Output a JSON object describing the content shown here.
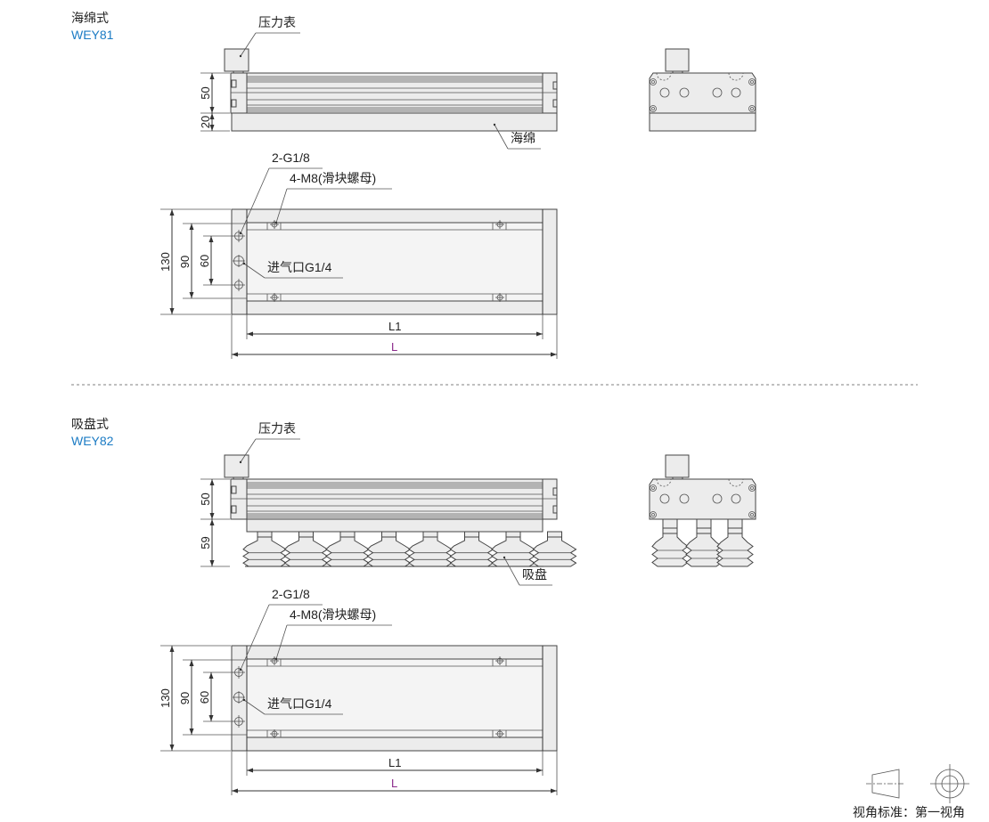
{
  "sections": [
    {
      "title": "海绵式",
      "code": "WEY81",
      "gauge_label": "压力表",
      "bottom_label": "海绵",
      "dims_side": [
        "50",
        "20"
      ],
      "port_label": "2-G1/8",
      "nut_label": "4-M8(滑块螺母)",
      "inlet_label": "进气口G1/4",
      "dims_plan": [
        "130",
        "90",
        "60"
      ],
      "l1_label": "L1",
      "l_label": "L"
    },
    {
      "title": "吸盘式",
      "code": "WEY82",
      "gauge_label": "压力表",
      "bottom_label": "吸盘",
      "dims_side": [
        "50",
        "59"
      ],
      "port_label": "2-G1/8",
      "nut_label": "4-M8(滑块螺母)",
      "inlet_label": "进气口G1/4",
      "dims_plan": [
        "130",
        "90",
        "60"
      ],
      "l1_label": "L1",
      "l_label": "L"
    }
  ],
  "projection": {
    "label": "视角标准：第一视角"
  },
  "colors": {
    "code": "#1b7bc4",
    "dimension_L": "#8b2a8b",
    "fill": "#ececec"
  }
}
